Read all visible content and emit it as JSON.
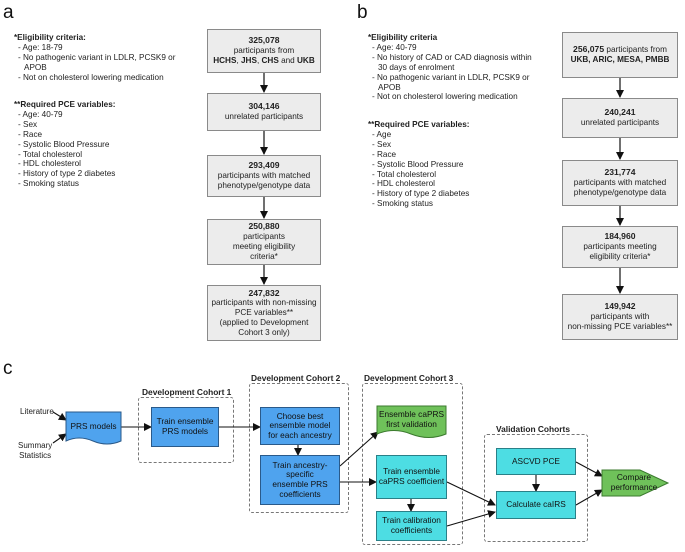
{
  "panel_a": {
    "letter": "a",
    "eligibility_head": "*Eligibility criteria:",
    "eligibility_items": [
      "- Age: 18-79",
      "- No pathogenic variant in LDLR, PCSK9 or",
      "  APOB",
      "- Not on cholesterol lowering medication"
    ],
    "pce_head": "**Required PCE variables:",
    "pce_items": [
      "- Age: 40-79",
      "- Sex",
      "- Race",
      "- Systolic Blood Pressure",
      "- Total cholesterol",
      "- HDL cholesterol",
      "- History of type 2 diabetes",
      "- Smoking status"
    ],
    "boxes": [
      {
        "num": "325,078",
        "lines": [
          "participants from"
        ],
        "cohorts": [
          "HCHS",
          "JHS",
          "CHS",
          "UKB"
        ],
        "joiners": [
          ", ",
          ", ",
          " and "
        ]
      },
      {
        "num": "304,146",
        "lines": [
          "unrelated participants"
        ]
      },
      {
        "num": "293,409",
        "lines": [
          "participants with matched",
          "phenotype/genotype data"
        ]
      },
      {
        "num": "250,880",
        "lines": [
          "participants",
          "meeting eligibility",
          "criteria*"
        ]
      },
      {
        "num": "247,832",
        "lines": [
          "participants with non-missing",
          "PCE variables**",
          "(applied to Development",
          "Cohort 3 only)"
        ]
      }
    ]
  },
  "panel_b": {
    "letter": "b",
    "eligibility_head": "*Eligibility criteria",
    "eligibility_items": [
      "- Age: 40-79",
      "- No history of CAD or CAD diagnosis within",
      "  30 days of enrolment",
      "- No pathogenic variant in LDLR, PCSK9 or",
      "  APOB",
      "- Not on cholesterol lowering medication"
    ],
    "pce_head": "**Required PCE variables:",
    "pce_items": [
      "- Age",
      "- Sex",
      "- Race",
      "- Systolic Blood Pressure",
      "- Total cholesterol",
      "- HDL cholesterol",
      "- History of type 2 diabetes",
      "- Smoking status"
    ],
    "boxes": [
      {
        "num": "256,075",
        "pre": "participants from",
        "cohort_line": "UKB, ARIC, MESA, PMBB"
      },
      {
        "num": "240,241",
        "lines": [
          "unrelated participants"
        ]
      },
      {
        "num": "231,774",
        "lines": [
          "participants with matched",
          "phenotype/genotype data"
        ]
      },
      {
        "num": "184,960",
        "lines": [
          "participants meeting",
          "eligibility criteria*"
        ]
      },
      {
        "num": "149,942",
        "lines": [
          "participants with",
          "non-missing PCE variables**"
        ]
      }
    ]
  },
  "panel_c": {
    "letter": "c",
    "sources": {
      "literature": "Literature",
      "summary": [
        "Summary",
        "Statistics"
      ]
    },
    "nodes": {
      "prs_models": "PRS models",
      "train_ensemble": [
        "Train ensemble",
        "PRS models"
      ],
      "choose_best": [
        "Choose best",
        "ensemble model",
        "for each ancestry"
      ],
      "train_ancestry": [
        "Train ancestry-",
        "specific",
        "ensemble PRS",
        "coefficients"
      ],
      "first_validation": [
        "Ensemble caPRS",
        "first validation"
      ],
      "train_caprs": [
        "Train ensemble",
        "caPRS coefficient"
      ],
      "train_calibration": [
        "Train calibration",
        "coefficients"
      ],
      "ascvd": "ASCVD PCE",
      "calc_cairs": "Calculate caIRS",
      "compare": [
        "Compare",
        "performance"
      ]
    },
    "cohorts": {
      "dev1": "Development Cohort 1",
      "dev2": "Development Cohort 2",
      "dev3": "Development Cohort 3",
      "validation": "Validation Cohorts"
    }
  }
}
